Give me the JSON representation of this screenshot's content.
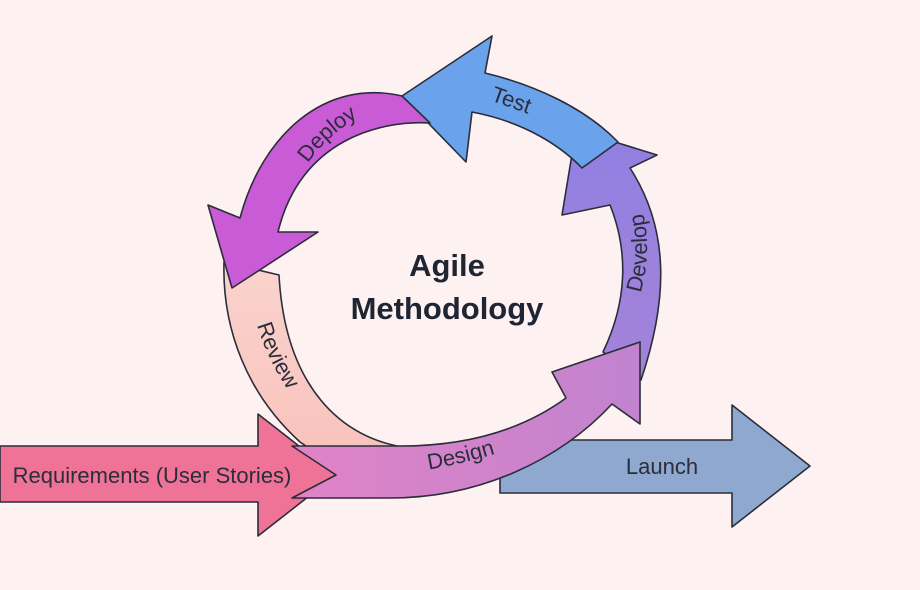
{
  "title": {
    "line1": "Agile",
    "line2": "Methodology"
  },
  "stages": {
    "requirements": "Requirements (User Stories)",
    "design": "Design",
    "develop": "Develop",
    "test": "Test",
    "deploy": "Deploy",
    "review": "Review",
    "launch": "Launch"
  },
  "colors": {
    "background": "#fdf1f1",
    "requirements": "#ef7396",
    "design_start": "#e083c6",
    "design_end": "#c183cf",
    "develop": "#9b82e0",
    "test": "#6aa2ec",
    "deploy": "#c95bd7",
    "review": "#fbc9c3",
    "launch": "#8fa8cf",
    "outline": "#2b2d3a"
  }
}
